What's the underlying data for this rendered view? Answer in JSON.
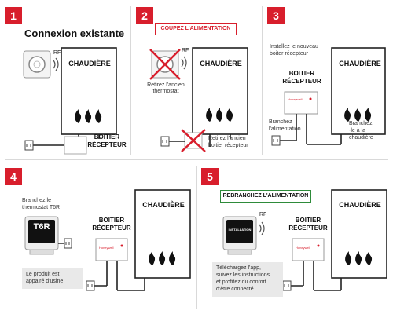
{
  "steps": [
    {
      "number": "1",
      "title": "Connexion existante",
      "rf": "RF",
      "boiler": "CHAUDIÈRE",
      "receiver_line1": "BOITIER",
      "receiver_line2": "RÉCEPTEUR"
    },
    {
      "number": "2",
      "banner": "COUPEZ L'ALIMENTATION",
      "rf": "RF",
      "boiler": "CHAUDIÈRE",
      "remove_thermostat_l1": "Retirez l'ancien",
      "remove_thermostat_l2": "thermostat",
      "remove_receiver_l1": "Retirez l'ancien",
      "remove_receiver_l2": "boitier récepteur"
    },
    {
      "number": "3",
      "install_l1": "Installez le nouveau",
      "install_l2": "boiter récepteur",
      "boiler": "CHAUDIÈRE",
      "receiver_line1": "BOITIER",
      "receiver_line2": "RÉCEPTEUR",
      "plug_l1": "Branchez",
      "plug_l2": "l'alimentation",
      "connect_l1": "Branchez",
      "connect_l2": "-le à la",
      "connect_l3": "chaudière"
    },
    {
      "number": "4",
      "plug_thermostat_l1": "Branchez le",
      "plug_thermostat_l2": "thermostat T6R",
      "screen_text": "T6R",
      "receiver_line1": "BOITIER",
      "receiver_line2": "RÉCEPTEUR",
      "boiler": "CHAUDIÈRE",
      "paired_l1": "Le produit est",
      "paired_l2": "appairé d'usine"
    },
    {
      "number": "5",
      "banner": "REBRANCHEZ L'ALIMENTATION",
      "rf": "RF",
      "screen_text": "INSTALLATION",
      "receiver_line1": "BOITIER",
      "receiver_line2": "RÉCEPTEUR",
      "boiler": "CHAUDIÈRE",
      "app_l1": "Téléchargez l'app,",
      "app_l2": "suivez les instructions",
      "app_l3": "et profitez du confort",
      "app_l4": "d'être connecté."
    }
  ],
  "colors": {
    "accent": "#d81e2c",
    "green": "#2e8b3a",
    "line": "#222222",
    "note_bg": "#e9e9e9"
  },
  "icons": [
    "flame-icon",
    "plug-icon",
    "cross-icon",
    "thermostat-icon",
    "rf-waves-icon"
  ]
}
